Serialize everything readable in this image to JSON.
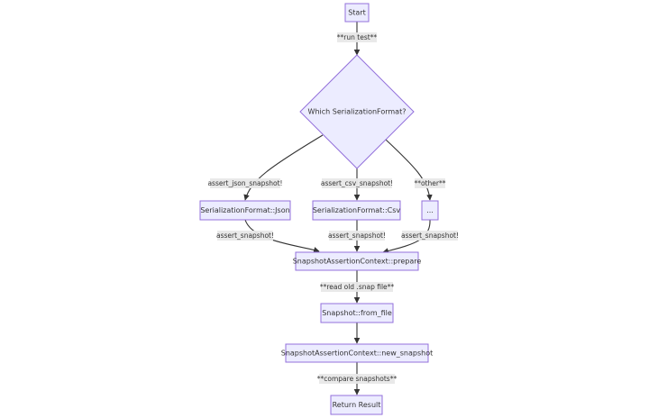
{
  "nodes": {
    "start": "Start",
    "decision": "Which SerializationFormat?",
    "json": "SerializationFormat::Json",
    "csv": "SerializationFormat::Csv",
    "other": "...",
    "prepare": "SnapshotAssertionContext::prepare",
    "from_file": "Snapshot::from_file",
    "new_snapshot": "SnapshotAssertionContext::new_snapshot",
    "result": "Return Result"
  },
  "edges": {
    "run_test": "**run test**",
    "assert_json": "assert_json_snapshot!",
    "assert_csv": "assert_csv_snapshot!",
    "other": "**other**",
    "json_to_prepare": "assert_snapshot!",
    "csv_to_prepare": "assert_snapshot!",
    "other_to_prepare": "assert_snapshot!",
    "read_old": "**read old .snap file**",
    "compare": "**compare snapshots**"
  }
}
